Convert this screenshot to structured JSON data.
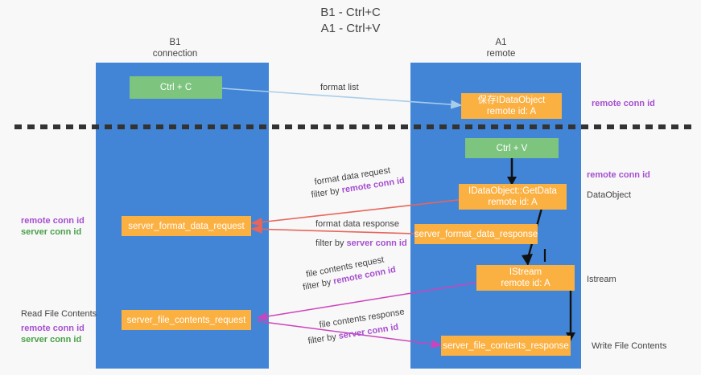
{
  "title": {
    "line1": "B1 - Ctrl+C",
    "line2": "A1 - Ctrl+V"
  },
  "columns": [
    {
      "name": "B1",
      "role": "connection"
    },
    {
      "name": "A1",
      "role": "remote"
    }
  ],
  "nodes": {
    "ctrl_c": {
      "label": "Ctrl + C",
      "color": "#7dc57f"
    },
    "save_idataobject": {
      "line1": "保存IDataObject",
      "line2": "remote id: A",
      "color": "#fbb042"
    },
    "ctrl_v": {
      "label": "Ctrl + V",
      "color": "#7dc57f"
    },
    "getdata": {
      "line1": "IDataObject::GetData",
      "line2": "remote id: A",
      "color": "#fbb042"
    },
    "istream": {
      "line1": "IStream",
      "line2": "remote id: A",
      "color": "#fbb042"
    },
    "server_format_data_request": {
      "label": "server_format_data_request",
      "color": "#fbb042"
    },
    "server_format_data_response": {
      "label": "server_format_data_response",
      "color": "#fbb042"
    },
    "server_file_contents_request": {
      "label": "server_file_contents_request",
      "color": "#fbb042"
    },
    "server_file_contents_response": {
      "label": "server_file_contents_response",
      "color": "#fbb042"
    }
  },
  "edges": {
    "format_list": {
      "label": "format list",
      "color": "#a8cdea"
    },
    "format_data_request": {
      "line1": "format data request",
      "filter_prefix": "filter by ",
      "filter_key": "remote conn id",
      "color": "#e8655a"
    },
    "format_data_response": {
      "line1": "format data response",
      "filter_prefix": "filter by ",
      "filter_key": "server conn id",
      "color": "#e8655a"
    },
    "file_contents_request": {
      "line1": "file contents request",
      "filter_prefix": "filter by ",
      "filter_key": "remote conn id",
      "color": "#cc44bb"
    },
    "file_contents_response": {
      "line1": "file contents response",
      "filter_prefix": "filter by ",
      "filter_key": "server conn id",
      "color": "#cc44bb"
    }
  },
  "annotations": {
    "right_remote_conn_id_top": "remote conn id",
    "right_remote_conn_id_mid": "remote conn id",
    "right_dataobject": "DataObject",
    "right_istream": "Istream",
    "right_write_file_contents": "Write File Contents",
    "left_remote_conn_id_1": "remote conn id",
    "left_server_conn_id_1": "server conn id",
    "left_read_file_contents": "Read File Contents",
    "left_remote_conn_id_2": "remote conn id",
    "left_server_conn_id_2": "server conn id"
  },
  "colors": {
    "lane": "#4285d6",
    "green_node": "#7dc57f",
    "orange_node": "#fbb042",
    "purple_text": "#a64fd0",
    "green_text": "#4aa04a",
    "red_arrow": "#e8655a",
    "magenta_arrow": "#cc44bb",
    "blue_arrow": "#a8cdea",
    "background": "#f8f8f8"
  }
}
